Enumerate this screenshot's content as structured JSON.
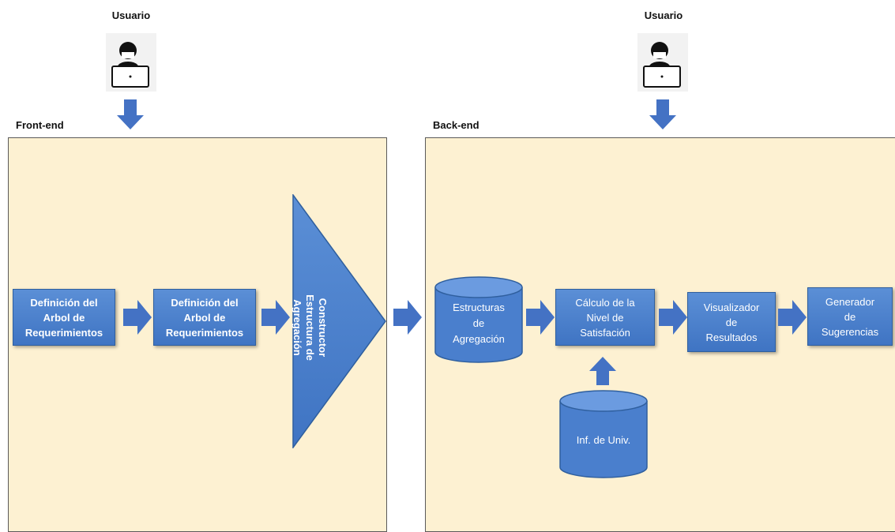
{
  "actors": {
    "left_user_label": "Usuario",
    "right_user_label": "Usuario",
    "icon": "user-laptop-icon"
  },
  "frontend": {
    "label": "Front-end",
    "box1": "Definición del\nArbol de\nRequerimientos",
    "box2": "Definición del\nArbol de\nRequerimientos",
    "constructor": "Constructor\nEstructura de\nAgregación"
  },
  "backend": {
    "label": "Back-end",
    "estructuras": "Estructuras\nde\nAgregación",
    "calculo": "Cálculo de la\nNivel de\nSatisfación",
    "visualizador": "Visualizador\nde\nResultados",
    "generador": "Generador\nde\nSugerencias",
    "inf_univ": "Inf. de Univ."
  },
  "colors": {
    "panel_fill": "#fdf1d2",
    "box_blue": "#4a7fcd",
    "arrow_blue": "#4472c4"
  }
}
